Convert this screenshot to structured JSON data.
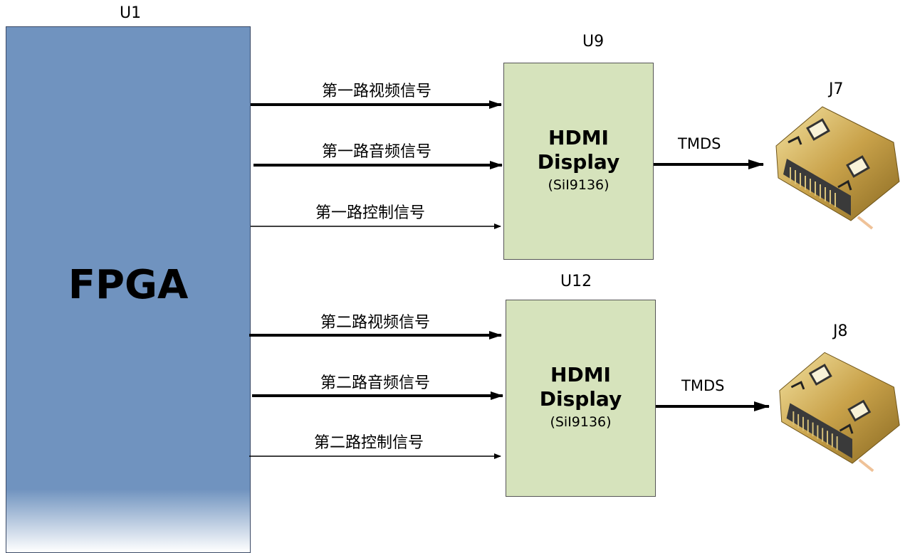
{
  "fpga": {
    "ref": "U1",
    "label": "FPGA"
  },
  "chip1": {
    "ref": "U9",
    "title_line1": "HDMI",
    "title_line2": "Display",
    "part": "(SiI9136)"
  },
  "chip2": {
    "ref": "U12",
    "title_line1": "HDMI",
    "title_line2": "Display",
    "part": "(SiI9136)"
  },
  "signals1": {
    "video": "第一路视频信号",
    "audio": "第一路音频信号",
    "control": "第一路控制信号"
  },
  "signals2": {
    "video": "第二路视频信号",
    "audio": "第二路音频信号",
    "control": "第二路控制信号"
  },
  "link1": {
    "label": "TMDS"
  },
  "link2": {
    "label": "TMDS"
  },
  "connector1": {
    "ref": "J7",
    "icon": "hdmi-connector-icon"
  },
  "connector2": {
    "ref": "J8",
    "icon": "hdmi-connector-icon"
  }
}
